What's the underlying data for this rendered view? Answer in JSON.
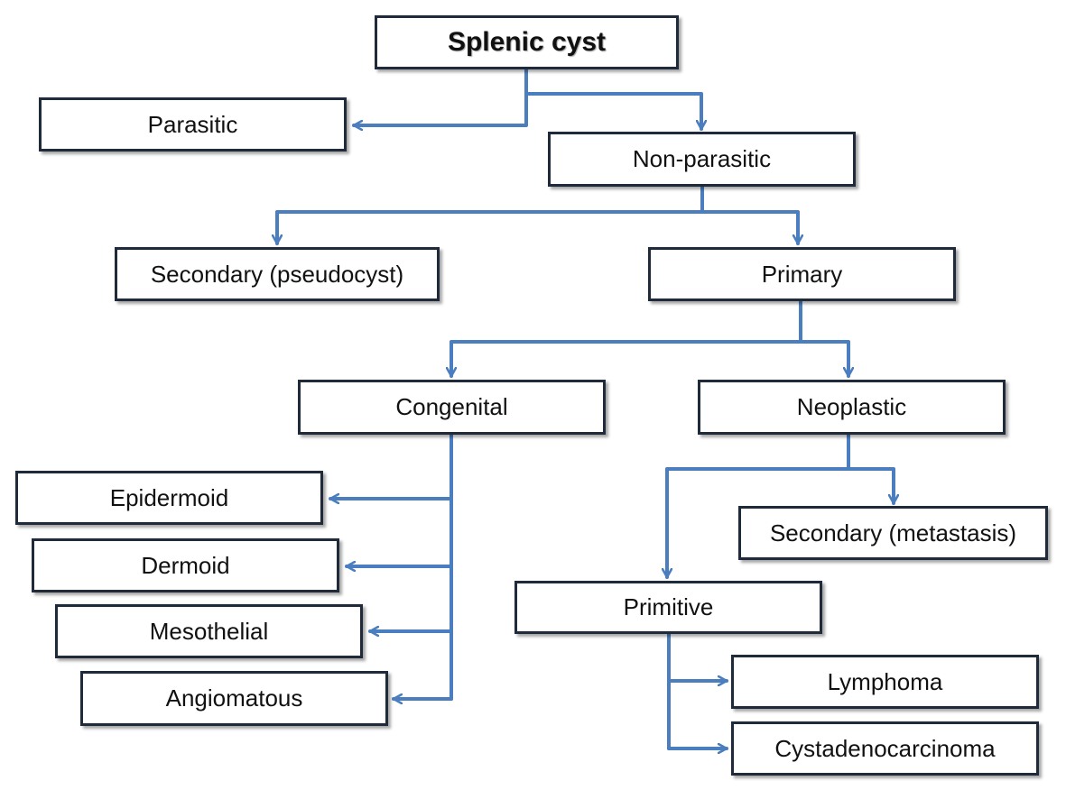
{
  "colors": {
    "connector": "#4a7ebf",
    "box_border": "#1f2b3a",
    "text": "#111111",
    "background": "#ffffff"
  },
  "diagram": {
    "root": "Splenic cyst",
    "parasitic": "Parasitic",
    "non_parasitic": "Non-parasitic",
    "secondary_pseudocyst": "Secondary  (pseudocyst)",
    "primary": "Primary",
    "congenital": "Congenital",
    "neoplastic": "Neoplastic",
    "epidermoid": "Epidermoid",
    "dermoid": "Dermoid",
    "mesothelial": "Mesothelial",
    "angiomatous": "Angiomatous",
    "secondary_metastasis": "Secondary (metastasis)",
    "primitive": "Primitive",
    "lymphoma": "Lymphoma",
    "cystadenocarcinoma": "Cystadenocarcinoma"
  }
}
